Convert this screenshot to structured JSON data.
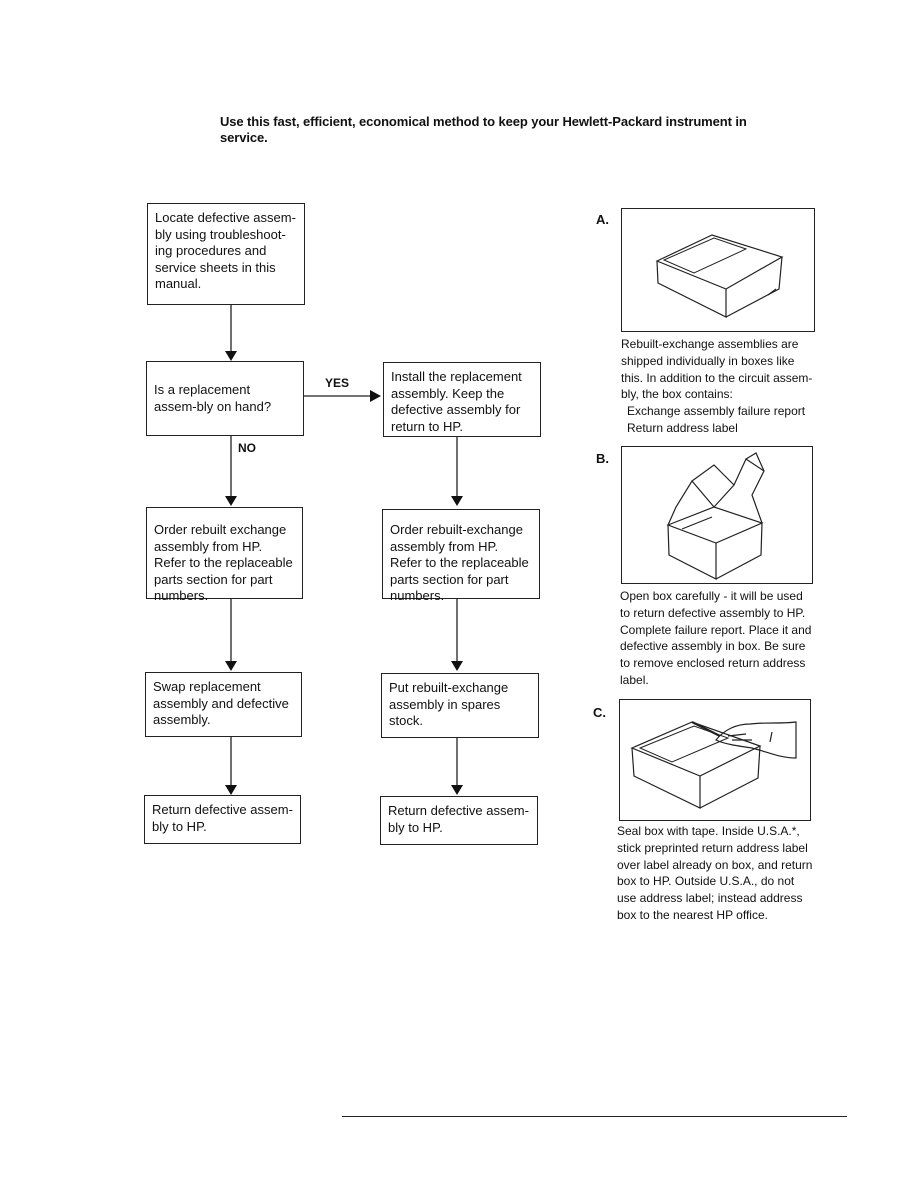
{
  "intro": "Use this fast, efficient, economical method to keep your Hewlett-Packard instrument in service.",
  "flow": {
    "locate": "Locate defective assem-bly using troubleshoot-ing procedures and service sheets in this manual.",
    "question": "Is a replacement assem-bly on hand?",
    "yes_label": "YES",
    "no_label": "NO",
    "install": "Install the replacement assembly. Keep the defective assembly for return to HP.",
    "order_left": "Order rebuilt exchange assembly from HP. Refer to the replaceable parts section for part numbers.",
    "order_right": "Order rebuilt-exchange assembly from HP. Refer to the replaceable parts section for part numbers.",
    "swap": "Swap replacement assembly and defective assembly.",
    "put": "Put rebuilt-exchange assembly in spares stock.",
    "return_left": "Return defective assem-bly to HP.",
    "return_right": "Return defective assem-bly to HP."
  },
  "steps": {
    "a_letter": "A.",
    "a_caption": "Rebuilt-exchange assemblies are shipped individually in boxes like this. In addition to the circuit assem-bly, the box contains:",
    "a_item1": "Exchange assembly failure report",
    "a_item2": "Return address label",
    "b_letter": "B.",
    "b_caption": "Open box carefully - it will be used to return defective assembly to HP. Complete failure report. Place it and defective assembly in box. Be sure to remove enclosed return address label.",
    "c_letter": "C.",
    "c_caption": "Seal box with tape. Inside U.S.A.*, stick preprinted return address label over label already on box, and return box to HP. Outside U.S.A., do not use address label; instead address box to the nearest HP office."
  }
}
